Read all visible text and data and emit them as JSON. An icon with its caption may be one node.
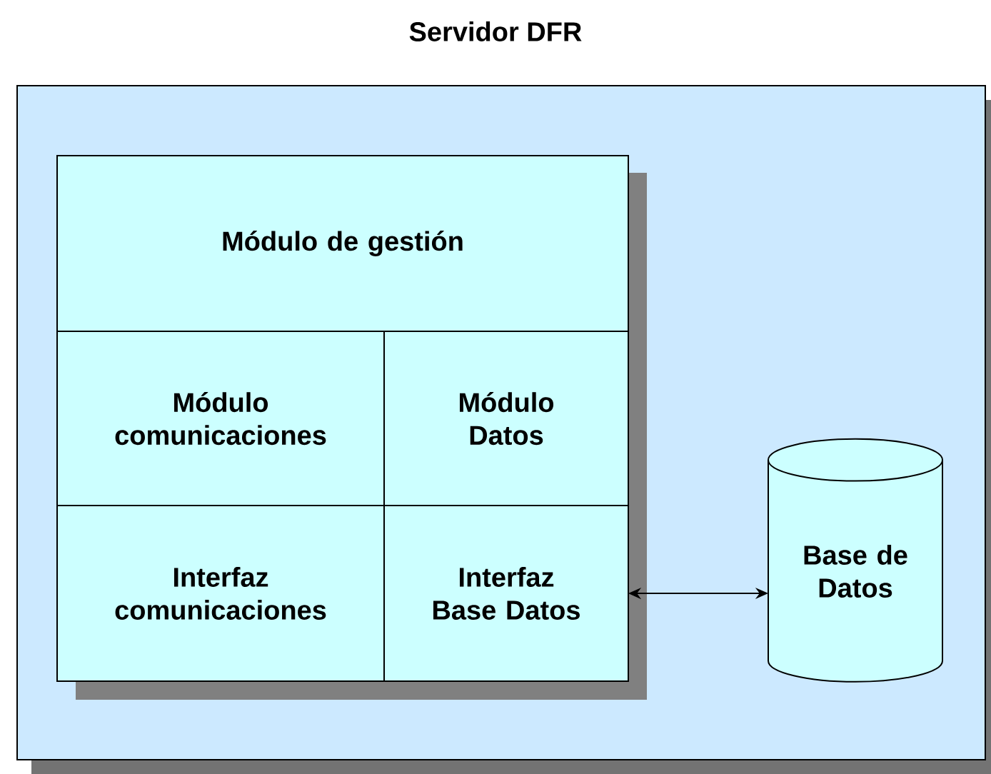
{
  "diagram": {
    "nodes": [
      {
        "text": [
          "Servidor DFR"
        ]
      },
      {
        "text": [
          "Módulo de gestión"
        ],
        "in": 0
      },
      {
        "text": [
          "Módulo comunicaciones"
        ],
        "in": 0
      },
      {
        "text": [
          "Módulo Datos"
        ],
        "in": 0
      },
      {
        "text": [
          "Interfaz comunicaciones"
        ],
        "in": 0
      },
      {
        "text": [
          "Interfaz Base Datos"
        ],
        "in": 0
      },
      {
        "text": [
          "Base de Datos"
        ],
        "in": 0
      }
    ],
    "edges": [
      {
        "from": 5,
        "to": 6,
        "arrow": "both"
      }
    ]
  }
}
